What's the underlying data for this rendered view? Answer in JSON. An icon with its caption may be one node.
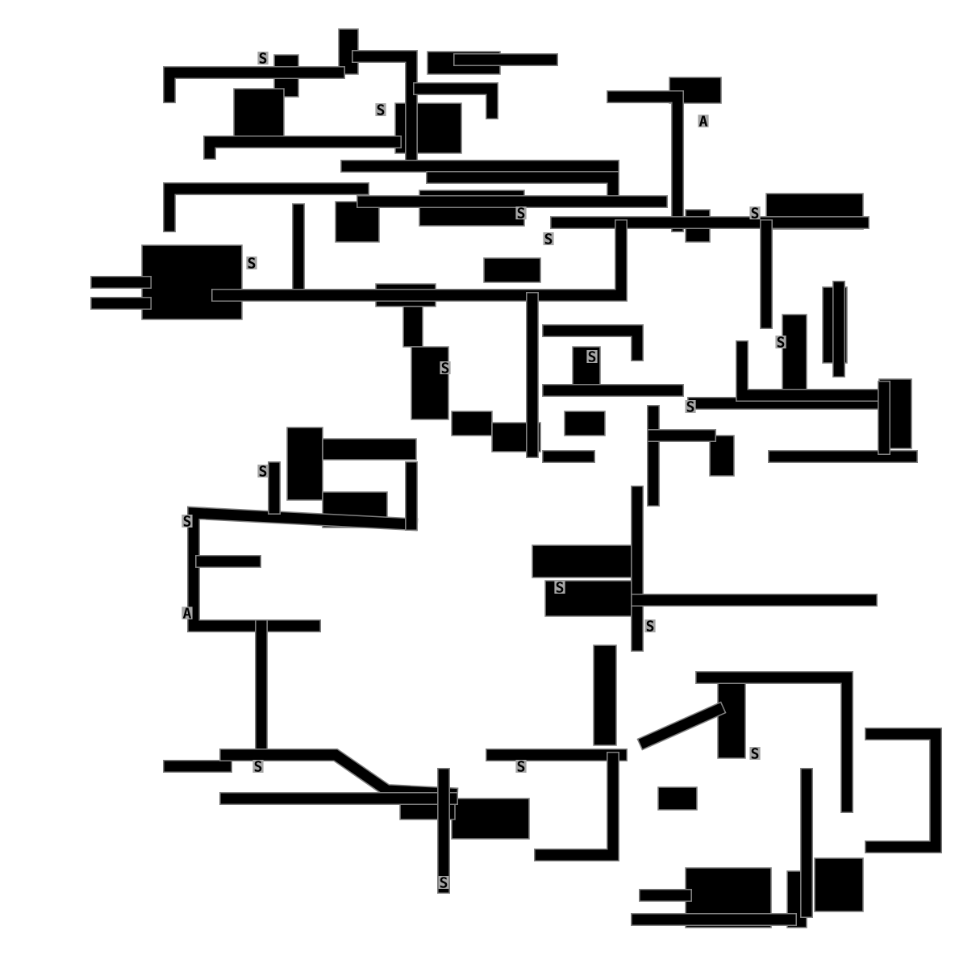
{
  "diagram": {
    "labels": [
      "S",
      "S",
      "A",
      "S",
      "S",
      "S",
      "S",
      "S",
      "S",
      "S",
      "S",
      "S",
      "S",
      "S",
      "A",
      "S",
      "S",
      "S",
      "S",
      "S"
    ]
  }
}
